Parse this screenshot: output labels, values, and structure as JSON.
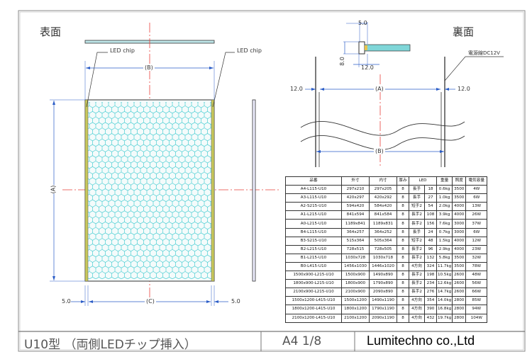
{
  "labels": {
    "front": "表面",
    "back": "裏面",
    "led_chip_left": "LED chip",
    "led_chip_right": "LED chip",
    "power_cable": "電源線DC12V"
  },
  "dimensions": {
    "width_b_front": "(B)",
    "height_a": "(A)",
    "width_c": "(C)",
    "margin_left": "5.0",
    "margin_right": "5.0",
    "back_width_a": "(A)",
    "back_width_b": "(B)",
    "back_left_offset": "12.0",
    "back_right_offset": "12.0",
    "detail_top": "5.0",
    "detail_side": "8.0",
    "detail_bottom": "12.0"
  },
  "table": {
    "headers": [
      "品番",
      "外寸",
      "内寸",
      "厚み",
      "LED",
      "",
      "重量",
      "照度",
      "電気容量"
    ],
    "rows": [
      [
        "A4-L115-U10",
        "297x210",
        "297x205",
        "8",
        "長手",
        "18",
        "0.6kg",
        "3500",
        "4W"
      ],
      [
        "A3-L115-U10",
        "420x297",
        "420x292",
        "8",
        "長手",
        "27",
        "1.0kg",
        "3500",
        "6W"
      ],
      [
        "A2-S215-U10",
        "594x420",
        "584x420",
        "8",
        "短手2",
        "54",
        "2.0kg",
        "4000",
        "13W"
      ],
      [
        "A1-L215-U10",
        "841x594",
        "841x584",
        "8",
        "長手2",
        "108",
        "3.9kg",
        "4000",
        "26W"
      ],
      [
        "A0-L215-U10",
        "1189x841",
        "1189x831",
        "8",
        "長手2",
        "156",
        "7.6kg",
        "3000",
        "37W"
      ],
      [
        "B4-L115-U10",
        "364x257",
        "364x252",
        "8",
        "長手",
        "24",
        "0.7kg",
        "3000",
        "6W"
      ],
      [
        "B3-S215-U10",
        "515x364",
        "505x364",
        "8",
        "短手2",
        "48",
        "1.5kg",
        "4000",
        "12W"
      ],
      [
        "B2-L215-U10",
        "728x515",
        "728x505",
        "8",
        "長手2",
        "96",
        "2.9kg",
        "4000",
        "23W"
      ],
      [
        "B1-L215-U10",
        "1030x728",
        "1030x718",
        "8",
        "長手2",
        "132",
        "5.8kg",
        "3500",
        "32W"
      ],
      [
        "B0-L415-U10",
        "1456x1030",
        "1446x1020",
        "8",
        "4方向",
        "324",
        "11.7kg",
        "3500",
        "78W"
      ],
      [
        "1500x900-L215-U10",
        "1500x900",
        "1490x890",
        "8",
        "長手2",
        "198",
        "10.5kg",
        "2600",
        "48W"
      ],
      [
        "1800x900-L215-U10",
        "1800x900",
        "1790x890",
        "8",
        "長手2",
        "234",
        "12.6kg",
        "2600",
        "56W"
      ],
      [
        "2100x900-L215-U10",
        "2100x900",
        "2090x890",
        "8",
        "長手2",
        "276",
        "14.7kg",
        "2600",
        "66W"
      ],
      [
        "1500x1200-L415-U10",
        "1500x1200",
        "1490x1190",
        "8",
        "4方向",
        "354",
        "14.0kg",
        "2800",
        "85W"
      ],
      [
        "1800x1200-L415-U10",
        "1800x1200",
        "1790x1190",
        "8",
        "4方向",
        "390",
        "16.8kg",
        "2800",
        "94W"
      ],
      [
        "2100x1200-L415-U10",
        "2100x1200",
        "2090x1190",
        "8",
        "4方向",
        "432",
        "19.7kg",
        "2800",
        "104W"
      ]
    ]
  },
  "title_block": {
    "model": "U10型 （両側LEDチップ挿入）",
    "sheet": "A4 1/8",
    "company": "Lumitechno co.,Ltd"
  },
  "colors": {
    "line": "#333333",
    "centerline": "#e8403a",
    "dimension": "#2a5cc7",
    "hex_pattern": "#22c3c9",
    "led_strip": "#c8c85a",
    "panel_back": "#7fd6d8"
  }
}
